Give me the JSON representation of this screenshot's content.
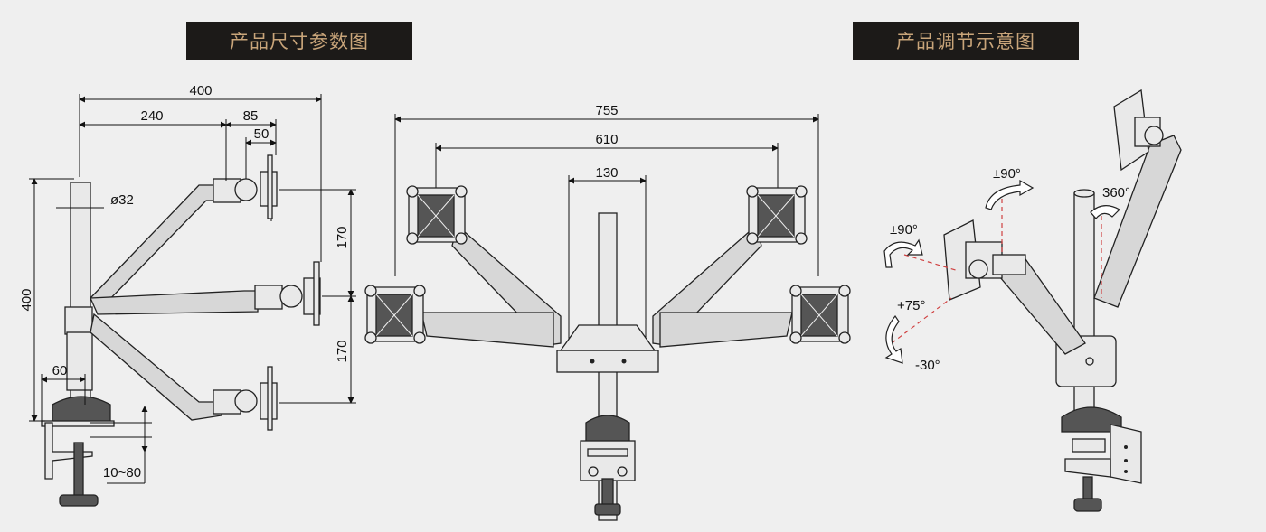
{
  "banners": {
    "left": "产品尺寸参数图",
    "right": "产品调节示意图"
  },
  "side_view": {
    "width_total": "400",
    "arm_reach": "240",
    "mount_offset": "85",
    "plate_offset": "50",
    "pole_diameter": "ø32",
    "height_total": "400",
    "arm_spacing_upper": "170",
    "arm_spacing_lower": "170",
    "clamp_depth": "60",
    "desk_thickness": "10~80"
  },
  "front_view": {
    "width_total": "755",
    "vesa_span": "610",
    "crossbar_width": "130"
  },
  "adjust_view": {
    "tilt_top": "±90°",
    "rotate": "360°",
    "swivel": "±90°",
    "tilt_up": "+75°",
    "tilt_down": "-30°"
  },
  "colors": {
    "banner_bg": "#1c1a18",
    "banner_text": "#c9a57a",
    "dashed_guides": "#d04040"
  }
}
